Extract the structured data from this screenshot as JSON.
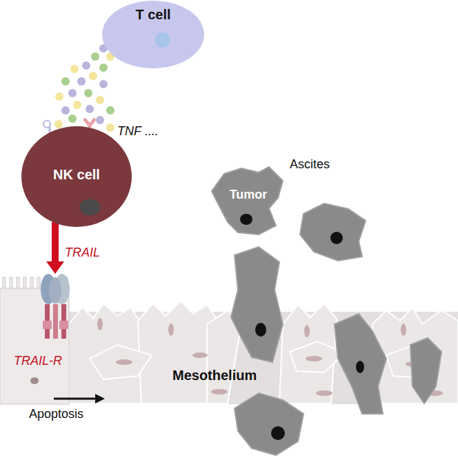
{
  "diagram": {
    "nodes": [
      {
        "text": [
          "T cell"
        ]
      },
      {
        "text": [
          "NK cell"
        ]
      },
      {
        "text": [
          "TRAIL-R"
        ]
      },
      {
        "text": [
          "Tumor"
        ]
      },
      {
        "text": [
          "Mesothelium"
        ]
      }
    ],
    "edges": [
      {
        "from": 1,
        "to": 2,
        "arrow": "to",
        "label": "TRAIL"
      }
    ],
    "labels": [
      "TNF ....",
      "Ascites",
      "Apoptosis"
    ]
  }
}
